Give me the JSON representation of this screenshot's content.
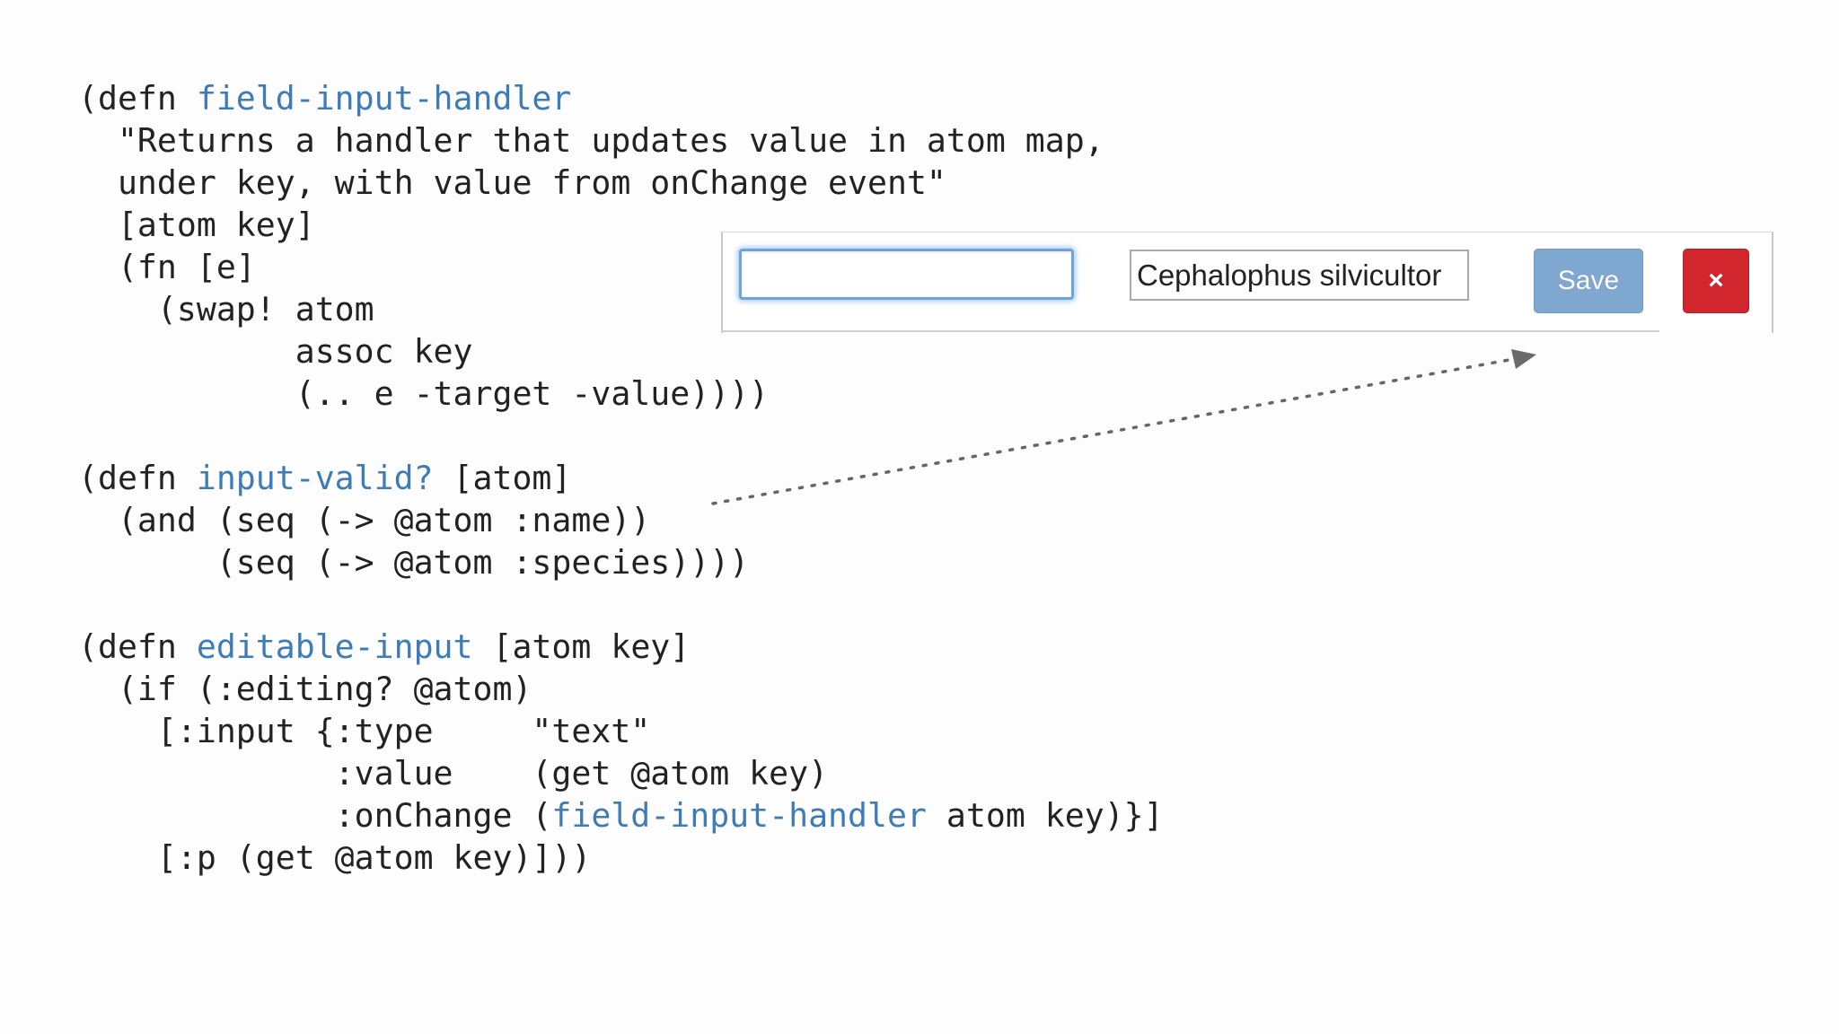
{
  "code": {
    "block1": {
      "l1_pre": "(defn ",
      "l1_name": "field-input-handler",
      "l2": "  \"Returns a handler that updates value in atom map,",
      "l3": "  under key, with value from onChange event\"",
      "l4": "  [atom key]",
      "l5": "  (fn [e]",
      "l6": "    (swap! atom",
      "l7": "           assoc key",
      "l8": "           (.. e -target -value))))"
    },
    "block2": {
      "l1_pre": "(defn ",
      "l1_name": "input-valid?",
      "l1_post": " [atom]",
      "l2": "  (and (seq (-> @atom :name))",
      "l3": "       (seq (-> @atom :species))))"
    },
    "block3": {
      "l1_pre": "(defn ",
      "l1_name": "editable-input",
      "l1_post": " [atom key]",
      "l2": "  (if (:editing? @atom)",
      "l3": "    [:input {:type     \"text\"",
      "l4": "             :value    (get @atom key)",
      "l5_pre": "             :onChange (",
      "l5_name": "field-input-handler",
      "l5_post": " atom key)}]",
      "l6": "    [:p (get @atom key)]))"
    }
  },
  "widget": {
    "name_input_value": "",
    "species_input_value": "Cephalophus silvicultor",
    "save_label": "Save",
    "close_label": "×"
  },
  "colors": {
    "code_text": "#222222",
    "function_name": "#3d7cb8",
    "save_button": "#7fa7cf",
    "close_button": "#d2262f",
    "focus_ring": "#6fa3db"
  }
}
